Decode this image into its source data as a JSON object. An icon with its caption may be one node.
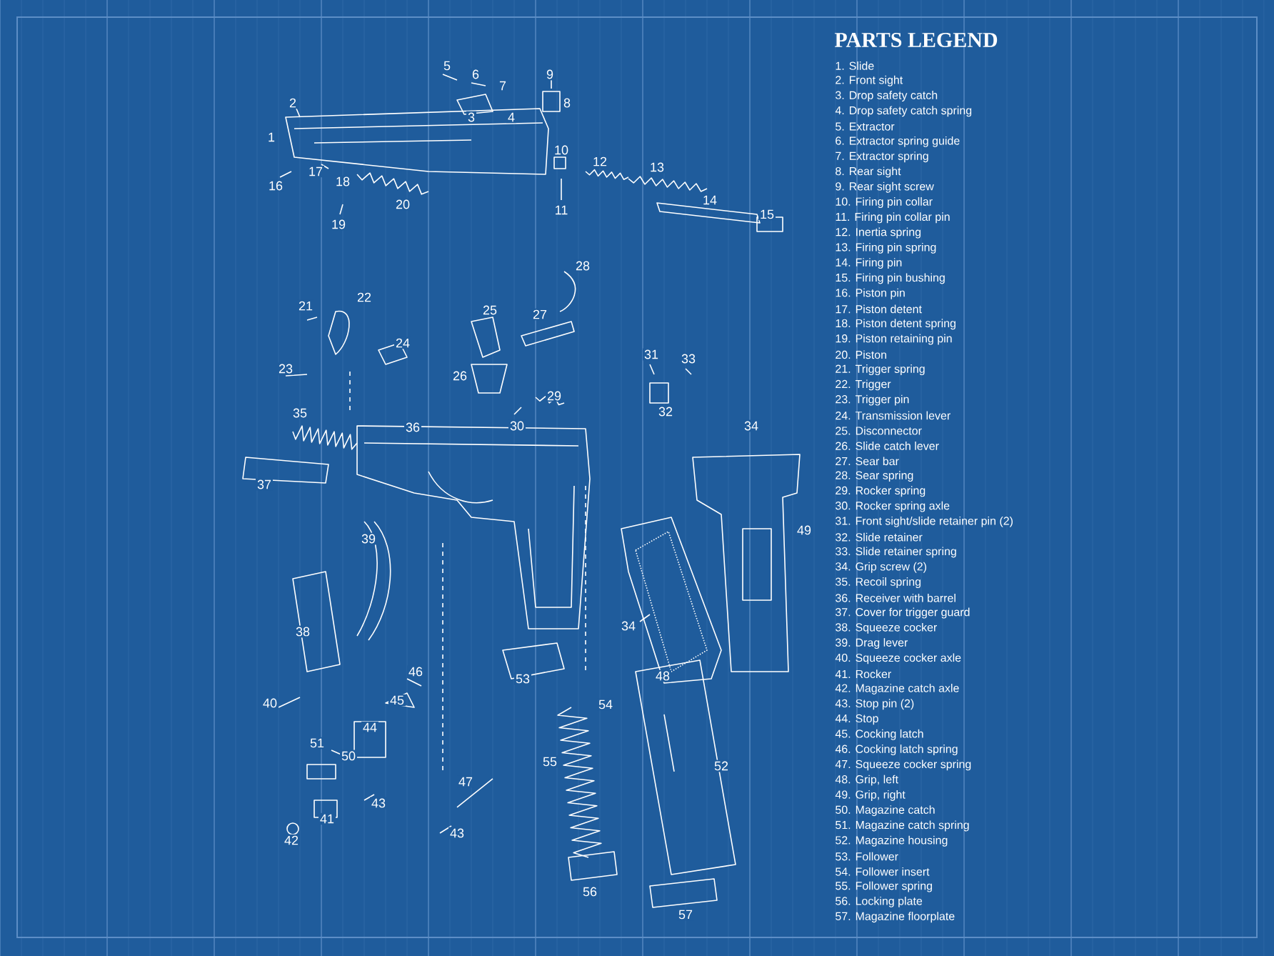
{
  "diagram": {
    "title": "PARTS LEGEND",
    "labels": [
      "5",
      "6",
      "7",
      "9",
      "8",
      "2",
      "3",
      "4",
      "1",
      "10",
      "12",
      "13",
      "17",
      "16",
      "18",
      "11",
      "14",
      "15",
      "20",
      "19",
      "28",
      "21",
      "22",
      "25",
      "27",
      "24",
      "23",
      "31",
      "33",
      "26",
      "29",
      "30",
      "32",
      "35",
      "36",
      "34",
      "37",
      "49",
      "39",
      "38",
      "34",
      "48",
      "53",
      "46",
      "54",
      "45",
      "40",
      "44",
      "52",
      "55",
      "51",
      "50",
      "47",
      "43",
      "41",
      "42",
      "43",
      "56",
      "57",
      "1. Slide",
      "2. Front sight",
      "3. Drop safety catch",
      "4. Drop safety catch spring",
      "5. Extractor",
      "6. Extractor spring guide",
      "7. Extractor spring",
      "8. Rear sight",
      "9. Rear sight screw",
      "10. Firing pin collar",
      "11. Firing pin collar pin",
      "12. Inertia spring",
      "13. Firing pin spring",
      "14. Firing pin",
      "15. Firing pin bushing",
      "16. Piston pin",
      "17. Piston detent",
      "18. Piston detent spring",
      "19. Piston retaining pin",
      "20. Piston",
      "21. Trigger spring",
      "22. Trigger",
      "23. Trigger pin",
      "24. Transmission lever",
      "25. Disconnector",
      "26. Slide catch lever",
      "27. Sear bar",
      "28. Sear spring",
      "29. Rocker spring",
      "30. Rocker spring axle",
      "31. Front sight/slide retainer pin (2)",
      "32. Slide retainer",
      "33. Slide retainer spring",
      "34. Grip screw (2)",
      "35. Recoil spring",
      "36. Receiver with barrel",
      "37. Cover for trigger guard",
      "38. Squeeze cocker",
      "39. Drag lever",
      "40. Squeeze cocker axle",
      "41. Rocker",
      "42. Magazine catch axle",
      "43. Stop pin (2)",
      "44. Stop",
      "45. Cocking latch",
      "46. Cocking latch spring",
      "47. Squeeze cocker spring",
      "48. Grip, left",
      "49. Grip, right",
      "50. Magazine catch",
      "51. Magazine catch spring",
      "52. Magazine housing",
      "53. Follower",
      "54. Follower insert",
      "55. Follower spring",
      "56. Locking plate",
      "57. Magazine floorplate"
    ]
  }
}
